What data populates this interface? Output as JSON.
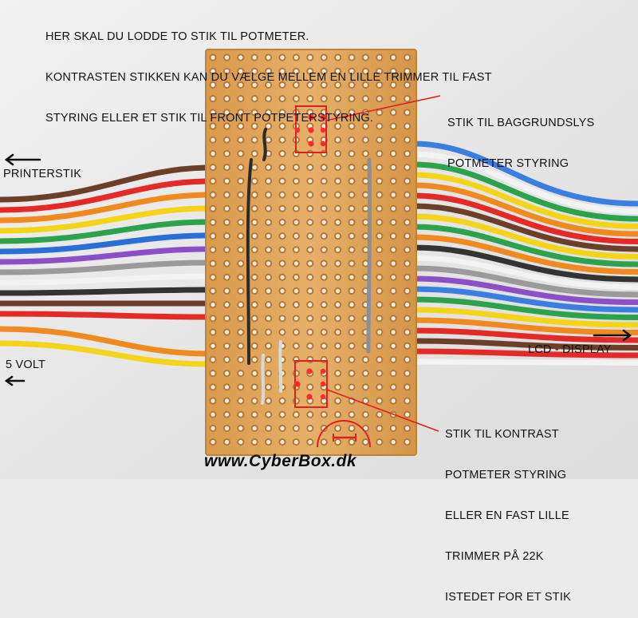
{
  "intro_lines": [
    "HER SKAL DU LODDE TO STIK TIL POTMETER.",
    "KONTRASTEN STIKKEN KAN DU VÆLGE MELLEM EN LILLE TRIMMER TIL FAST",
    "STYRING ELLER ET STIK TIL FRONT POTPETERSTYRING."
  ],
  "labels": {
    "printer": "PRINTERSTIK",
    "five_volt": "5 VOLT",
    "lcd": "LCD - DISPLAY",
    "backlight_lines": [
      "STIK TIL BAGGRUNDSLYS",
      "POTMETER STYRING"
    ],
    "contrast_lines": [
      "STIK TIL KONTRAST",
      "POTMETER STYRING",
      "ELLER EN FAST LILLE",
      "TRIMMER PÅ 22K",
      "ISTEDET FOR ET STIK"
    ]
  },
  "watermark": "www.CyberBox.dk",
  "colors": {
    "board": "#e0a85c",
    "board_edge": "#c98d40",
    "hole": "#f3f0ea",
    "pad_ring": "#b07025",
    "annotation_red": "#e02020",
    "background": "#ebebeb"
  },
  "ribbon_left_colors": [
    "#6b3f2a",
    "#e42a26",
    "#f08a1e",
    "#f4d419",
    "#2ba24b",
    "#2a6fd6",
    "#8b4fc7",
    "#9a9a9a",
    "#f2f2f2",
    "#333333",
    "#6b3f2a",
    "#e42a26"
  ],
  "power_wire_colors": [
    "#f08a1e",
    "#f4d419"
  ],
  "ribbon_right_colors": [
    "#3a7fe0",
    "#f2f2f2",
    "#2ba24b",
    "#f4d419",
    "#f08a1e",
    "#e42a26",
    "#6b3f2a",
    "#f4d419",
    "#2ba24b",
    "#f08a1e",
    "#333333",
    "#f2f2f2",
    "#9a9a9a",
    "#8b4fc7",
    "#3a7fe0",
    "#2ba24b",
    "#f4d419",
    "#f08a1e",
    "#e42a26",
    "#6b3f2a",
    "#e42a26",
    "#f2f2f2"
  ]
}
